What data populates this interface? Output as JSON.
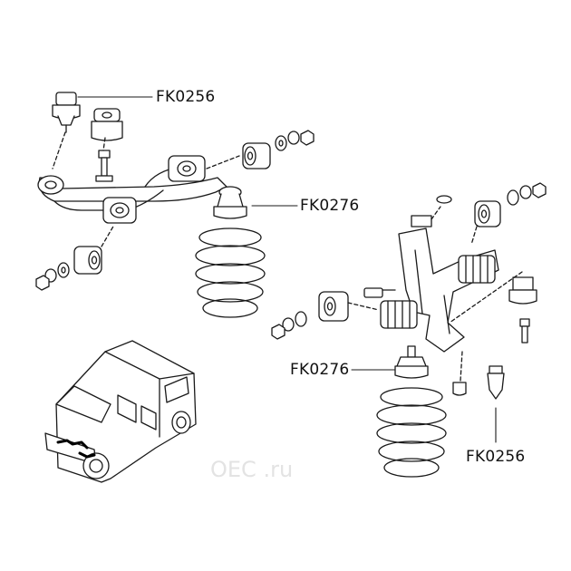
{
  "labels": {
    "ball_joint_top_left": "FK0256",
    "ball_joint_top_center": "FK0276",
    "ball_joint_mid_right": "FK0276",
    "ball_joint_bottom_right": "FK0256"
  },
  "watermark": "OEC .ru",
  "colors": {
    "line": "#1a1a1a",
    "fill": "#ffffff"
  }
}
